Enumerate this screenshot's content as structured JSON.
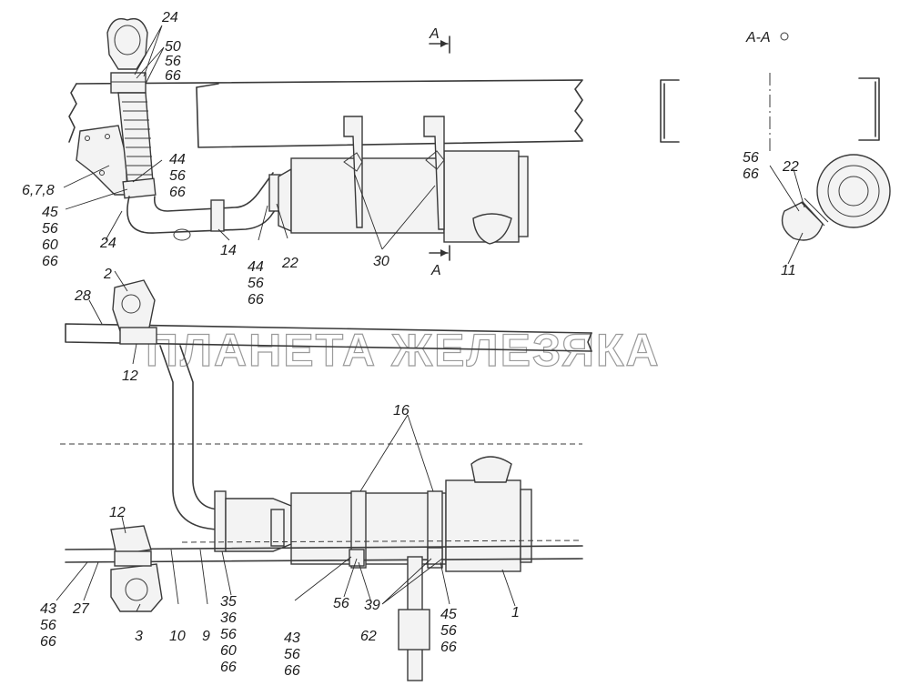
{
  "watermark": "ПЛАНЕТА ЖЕЛЕЗЯКА",
  "section": {
    "cut_letter": "A",
    "view_title": "A-A"
  },
  "callouts": {
    "c24_top": "24",
    "c50": "50",
    "c56_a": "56",
    "c66_a": "66",
    "c44_a": "44",
    "c56_b": "56",
    "c66_b": "66",
    "c678": "6,7,8",
    "c45_a": "45",
    "c56_c": "56",
    "c60_a": "60",
    "c66_c": "66",
    "c24_low": "24",
    "c14": "14",
    "c44_b": "44",
    "c56_d": "56",
    "c66_d": "66",
    "c22_a": "22",
    "c30": "30",
    "c56_e": "56",
    "c66_e": "66",
    "c22_b": "22",
    "c11": "11",
    "c2": "2",
    "c28": "28",
    "c12_a": "12",
    "c16": "16",
    "c12_b": "12",
    "c43_a": "43",
    "c56_f": "56",
    "c66_f": "66",
    "c27": "27",
    "c3": "3",
    "c10": "10",
    "c9": "9",
    "c35": "35",
    "c36": "36",
    "c56_g": "56",
    "c60_b": "60",
    "c66_g": "66",
    "c43_b": "43",
    "c56_h": "56",
    "c66_h": "66",
    "c56_i": "56",
    "c62": "62",
    "c39": "39",
    "c45_b": "45",
    "c56_j": "56",
    "c66_i": "66",
    "c1": "1"
  }
}
